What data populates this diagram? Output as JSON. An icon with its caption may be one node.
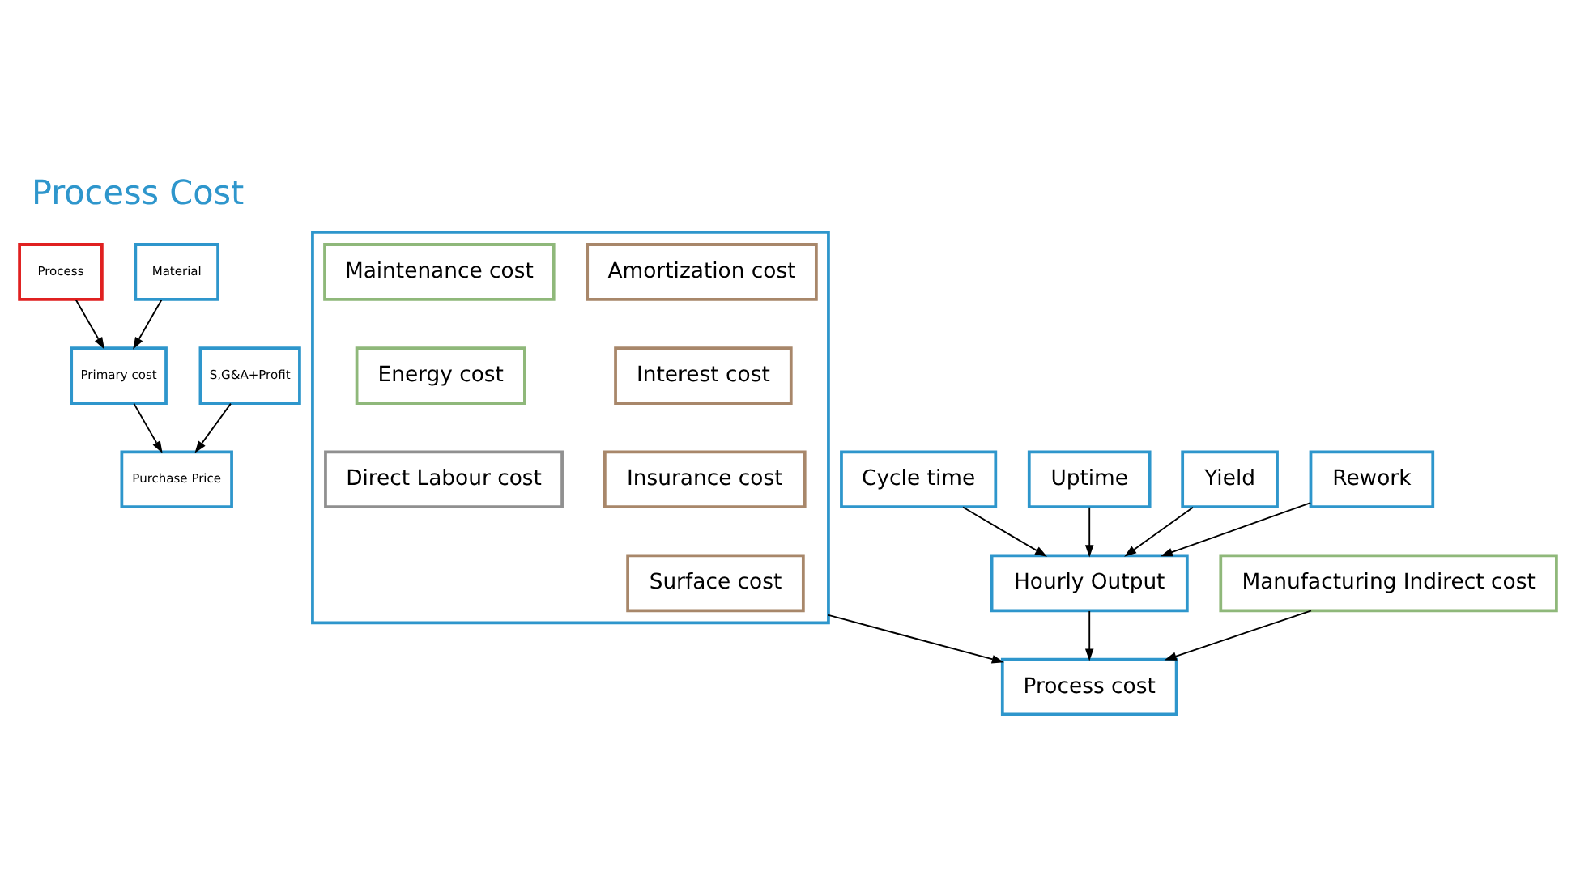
{
  "diagram": {
    "title": "Process Cost",
    "nodes": [
      {
        "text": [
          "Process"
        ]
      },
      {
        "text": [
          "Material"
        ]
      },
      {
        "text": [
          "Primary cost"
        ]
      },
      {
        "text": [
          "S,G&A+Profit"
        ]
      },
      {
        "text": [
          "Purchase Price"
        ]
      },
      {
        "text": [],
        "shape": "box"
      },
      {
        "text": [
          "Amortization cost"
        ],
        "in": 5
      },
      {
        "text": [
          "Maintenance cost"
        ],
        "in": 5
      },
      {
        "text": [
          "Interest cost"
        ],
        "in": 5
      },
      {
        "text": [
          "Energy cost"
        ],
        "in": 5
      },
      {
        "text": [
          "Insurance cost"
        ],
        "in": 5
      },
      {
        "text": [
          "Direct Labour cost"
        ],
        "in": 5
      },
      {
        "text": [
          "Surface cost"
        ],
        "in": 5
      },
      {
        "text": [
          "Cycle time"
        ]
      },
      {
        "text": [
          "Uptime"
        ]
      },
      {
        "text": [
          "Yield"
        ]
      },
      {
        "text": [
          "Rework"
        ]
      },
      {
        "text": [
          "Hourly Output"
        ]
      },
      {
        "text": [
          "Manufacturing Indirect cost"
        ]
      },
      {
        "text": [
          "Process cost"
        ]
      }
    ],
    "edges": [
      {
        "from": 0,
        "to": 2,
        "arrow": "to"
      },
      {
        "from": 1,
        "to": 2,
        "arrow": "to"
      },
      {
        "from": 2,
        "to": 4,
        "arrow": "to"
      },
      {
        "from": 3,
        "to": 4,
        "arrow": "to"
      },
      {
        "from": 13,
        "to": 17,
        "arrow": "to"
      },
      {
        "from": 14,
        "to": 17,
        "arrow": "to"
      },
      {
        "from": 15,
        "to": 17,
        "arrow": "to"
      },
      {
        "from": 16,
        "to": 17,
        "arrow": "to"
      },
      {
        "from": 5,
        "to": 19,
        "arrow": "to"
      },
      {
        "from": 17,
        "to": 19,
        "arrow": "to"
      },
      {
        "from": 18,
        "to": 19,
        "arrow": "to"
      }
    ]
  }
}
